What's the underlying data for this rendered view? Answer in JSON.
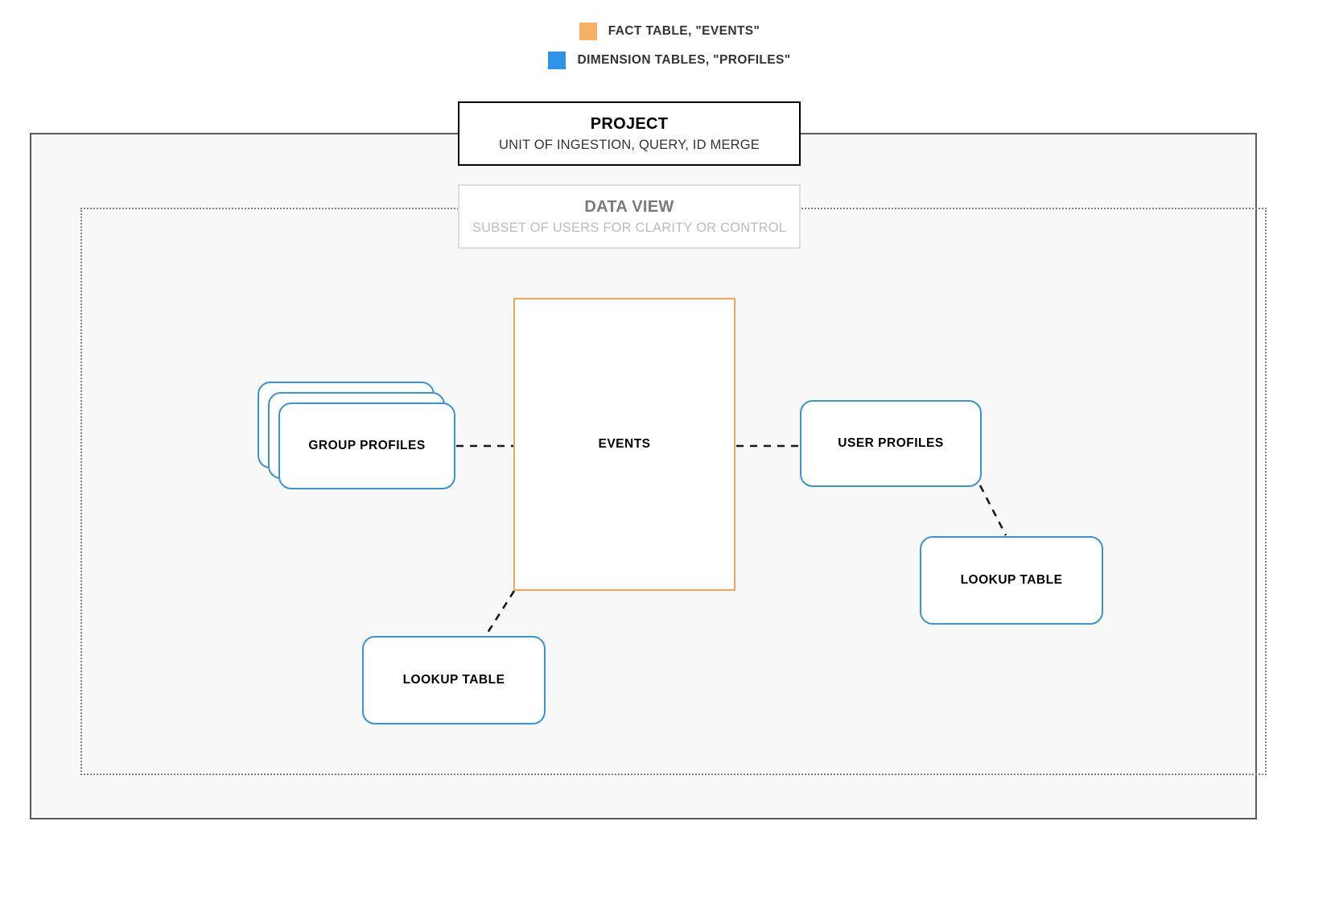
{
  "legend": {
    "items": [
      {
        "label": "FACT TABLE, \"EVENTS\"",
        "color": "#f5b267",
        "swatch_name": "fact-table-swatch"
      },
      {
        "label": "DIMENSION TABLES, \"PROFILES\"",
        "color": "#2f93e8",
        "swatch_name": "dimension-tables-swatch"
      }
    ]
  },
  "headers": {
    "project": {
      "title": "PROJECT",
      "subtitle": "UNIT OF INGESTION, QUERY, ID MERGE",
      "border_color": "#000000"
    },
    "data_view": {
      "title": "DATA VIEW",
      "subtitle": "SUBSET OF USERS FOR CLARITY OR CONTROL",
      "border_color": "#dedede"
    }
  },
  "frames": {
    "project_frame": {
      "name": "project-boundary",
      "border_color": "#5b5b5b",
      "fill": "#f8f8f8",
      "style": "solid"
    },
    "data_view_frame": {
      "name": "data-view-boundary",
      "border_color": "#808080",
      "style": "dotted"
    }
  },
  "nodes": {
    "events": {
      "label": "EVENTS",
      "border_color": "#e8ab5e",
      "shape": "rectangle"
    },
    "group_profiles": {
      "label": "GROUP PROFILES",
      "border_color": "#3c93d4",
      "shape": "stacked-rounded-rectangle",
      "stack_count": 3
    },
    "user_profiles": {
      "label": "USER PROFILES",
      "border_color": "#3c93d4",
      "shape": "rounded-rectangle"
    },
    "lookup_table_left": {
      "label": "LOOKUP TABLE",
      "border_color": "#3c93d4",
      "shape": "rounded-rectangle"
    },
    "lookup_table_right": {
      "label": "LOOKUP TABLE",
      "border_color": "#3c93d4",
      "shape": "rounded-rectangle"
    }
  },
  "connectors": [
    {
      "name": "group-profiles-to-events",
      "from": "group_profiles",
      "to": "events",
      "style": "dashed"
    },
    {
      "name": "events-to-user-profiles",
      "from": "events",
      "to": "user_profiles",
      "style": "dashed"
    },
    {
      "name": "events-to-lookup-table-left",
      "from": "events",
      "to": "lookup_table_left",
      "style": "dashed"
    },
    {
      "name": "user-profiles-to-lookup-table-right",
      "from": "user_profiles",
      "to": "lookup_table_right",
      "style": "dashed"
    }
  ]
}
